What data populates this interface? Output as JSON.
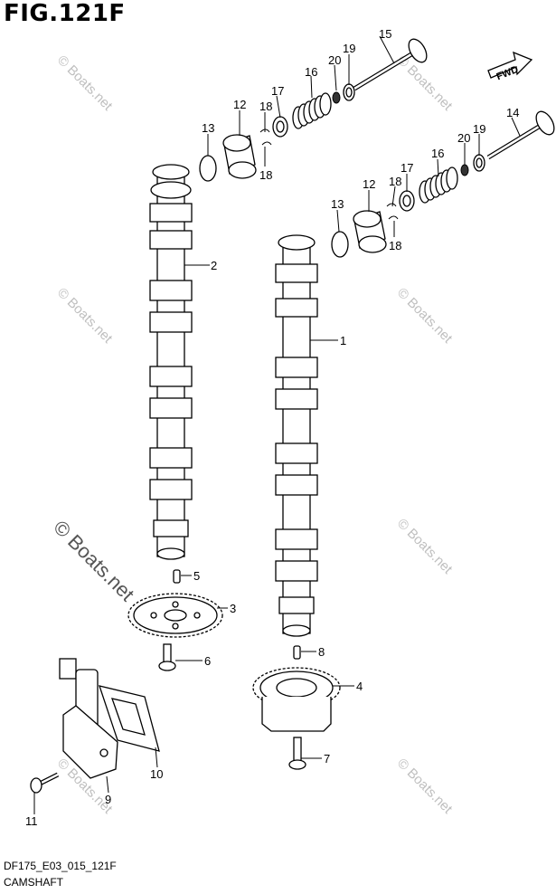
{
  "figure": {
    "title": "FIG.121F",
    "code": "DF175_E03_015_121F",
    "name": "CAMSHAFT",
    "direction_label": "FWD"
  },
  "watermark": {
    "text": "© Boats.net"
  },
  "callouts": [
    {
      "id": "c15",
      "text": "15"
    },
    {
      "id": "c19a",
      "text": "19"
    },
    {
      "id": "c20a",
      "text": "20"
    },
    {
      "id": "c16a",
      "text": "16"
    },
    {
      "id": "c17a",
      "text": "17"
    },
    {
      "id": "c12a",
      "text": "12"
    },
    {
      "id": "c18a",
      "text": "18"
    },
    {
      "id": "c13a",
      "text": "13"
    },
    {
      "id": "c18b",
      "text": "18"
    },
    {
      "id": "c14",
      "text": "14"
    },
    {
      "id": "c19b",
      "text": "19"
    },
    {
      "id": "c20b",
      "text": "20"
    },
    {
      "id": "c16b",
      "text": "16"
    },
    {
      "id": "c17b",
      "text": "17"
    },
    {
      "id": "c18c",
      "text": "18"
    },
    {
      "id": "c12b",
      "text": "12"
    },
    {
      "id": "c13b",
      "text": "13"
    },
    {
      "id": "c18d",
      "text": "18"
    },
    {
      "id": "c2",
      "text": "2"
    },
    {
      "id": "c1",
      "text": "1"
    },
    {
      "id": "c5",
      "text": "5"
    },
    {
      "id": "c3",
      "text": "3"
    },
    {
      "id": "c6",
      "text": "6"
    },
    {
      "id": "c8",
      "text": "8"
    },
    {
      "id": "c4",
      "text": "4"
    },
    {
      "id": "c7",
      "text": "7"
    },
    {
      "id": "c10",
      "text": "10"
    },
    {
      "id": "c9",
      "text": "9"
    },
    {
      "id": "c11",
      "text": "11"
    }
  ]
}
